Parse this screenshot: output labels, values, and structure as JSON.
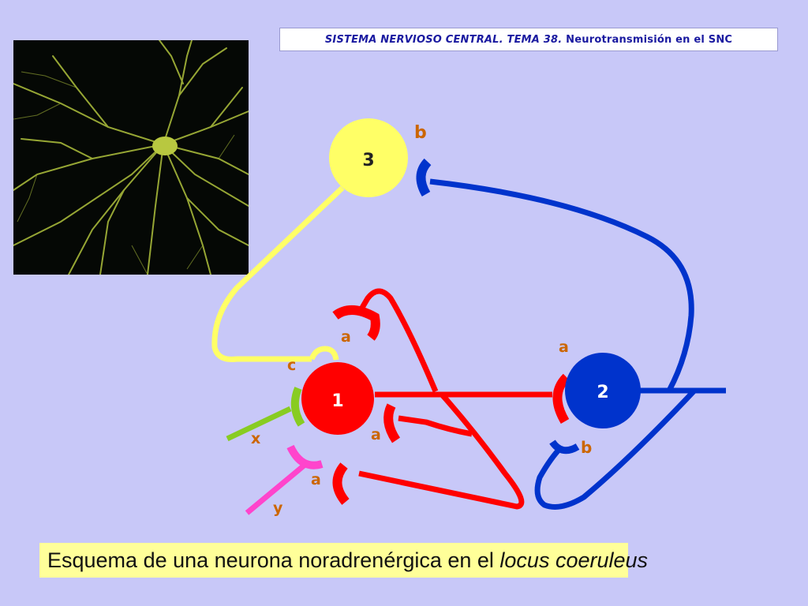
{
  "header": {
    "title": "SISTEMA NERVIOSO CENTRAL. TEMA 38.",
    "subtitle": "Neurotransmisión en el SNC"
  },
  "caption": {
    "text": "Esquema de una neurona noradrenérgica en el ",
    "italic": "locus coeruleus"
  },
  "neurons": {
    "n1": "1",
    "n2": "2",
    "n3": "3"
  },
  "labels": {
    "a_top": "a",
    "a_right1": "a",
    "a_lower": "a",
    "a_n2": "a",
    "b_n3": "b",
    "b_n2": "b",
    "c": "c",
    "x": "x",
    "y": "y"
  },
  "colors": {
    "background": "#c8c8f8",
    "neuron1": "#ff0000",
    "neuron2": "#0033cc",
    "neuron3": "#ffff66",
    "input_x": "#88cc22",
    "input_y": "#ff44cc",
    "label_text": "#cc6600",
    "header_text": "#1a1aa0"
  },
  "icons": {
    "photo": "neuron-micrograph-image"
  }
}
